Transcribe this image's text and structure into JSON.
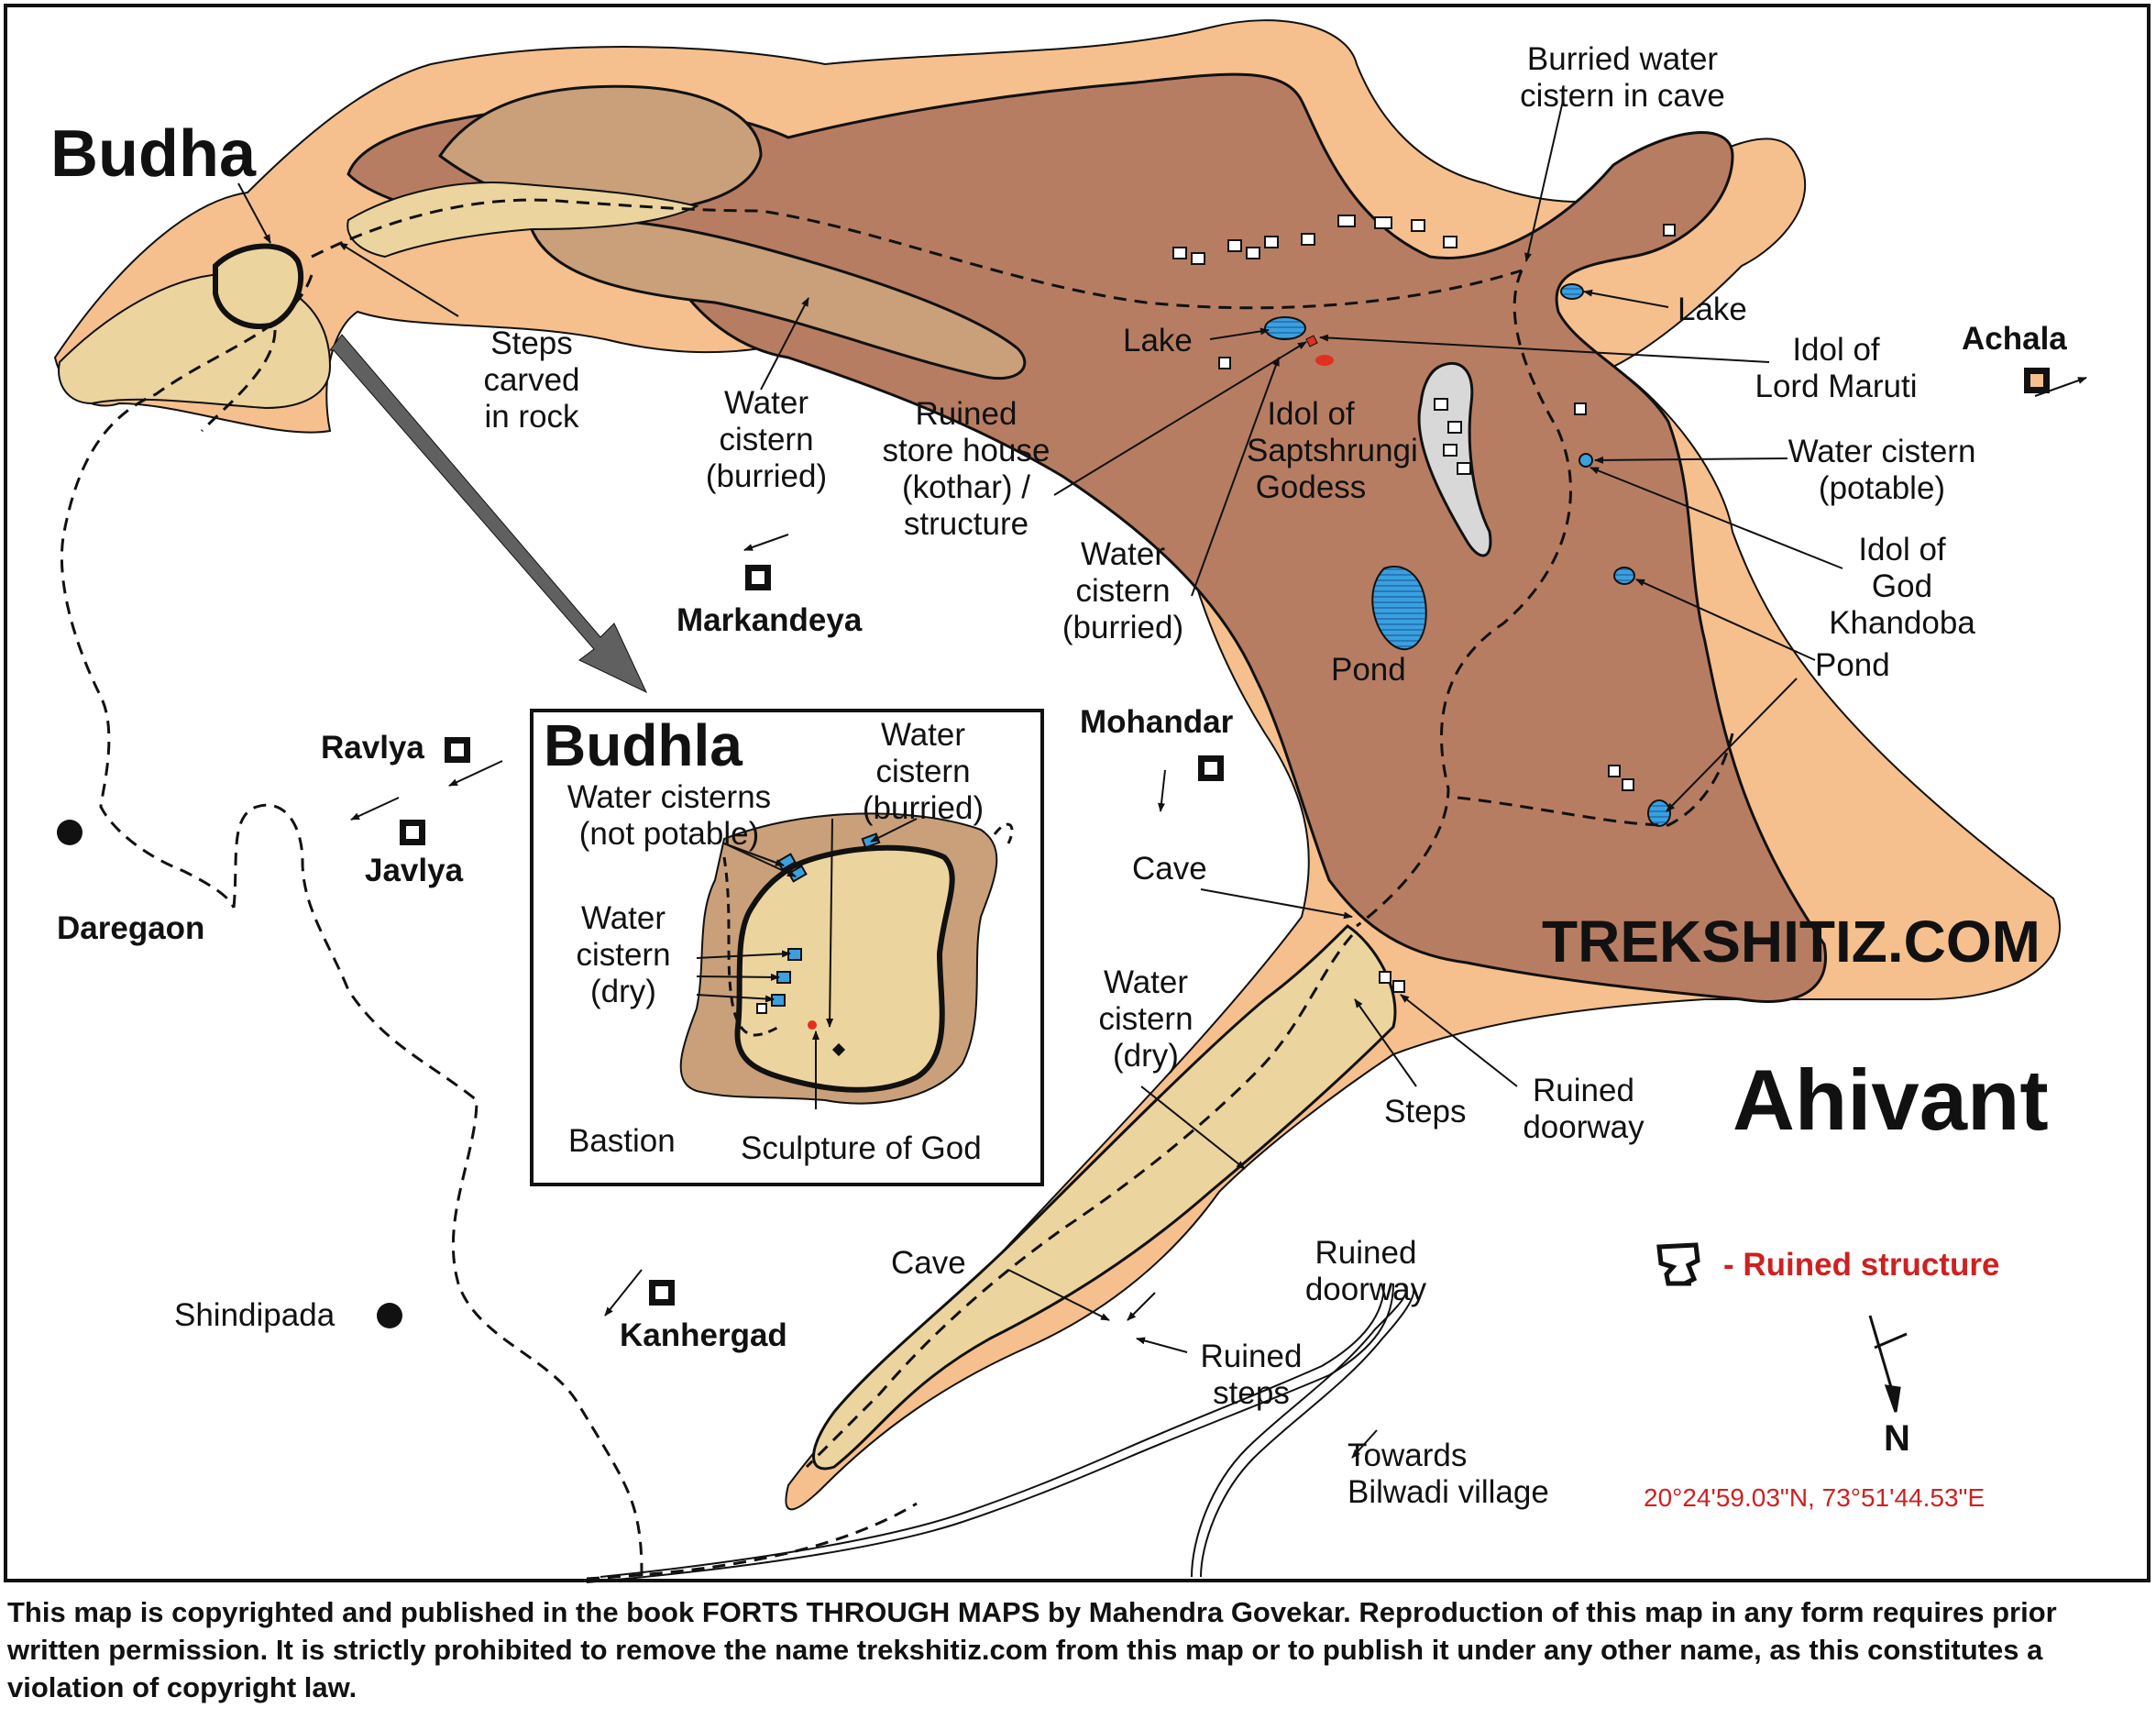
{
  "colors": {
    "outer_zone": "#f5c08e",
    "plateau": "#b77d63",
    "path_zone": "#ecd49e",
    "hill_tan": "#c9a07a",
    "water": "#3aa0df",
    "idol_red": "#e03020",
    "legend_red": "#d02020",
    "arrow_grey": "#606060",
    "outline": "#111111"
  },
  "icons": {
    "fort": "fort-icon",
    "village": "village-dot-icon",
    "ruined_structure": "ruined-structure-icon",
    "north": "north-arrow-icon"
  },
  "forts": {
    "budha": "Budha",
    "ahivant": "Ahivant",
    "achala": "Achala",
    "markandeya": "Markandeya",
    "mohandar": "Mohandar",
    "ravlya": "Ravlya",
    "javlya": "Javlya",
    "kanhergad": "Kanhergad"
  },
  "villages": {
    "daregaon": "Daregaon",
    "shindipada": "Shindipada"
  },
  "labels": {
    "burried_cistern_cave": "Burried water\ncistern in cave",
    "lake_east": "Lake",
    "lake_west": "Lake",
    "idol_maruti": "Idol of\nLord Maruti",
    "water_cistern_potable": "Water cistern\n(potable)",
    "idol_khandoba": "Idol of\nGod\nKhandoba",
    "pond_right": "Pond",
    "pond_center": "Pond",
    "idol_saptshrungi": "Idol of\nSaptshrungi\nGodess",
    "ruined_store": "Ruined\nstore house\n(kothar) /\nstructure",
    "water_cistern_burried_top": "Water\ncistern\n(burried)",
    "water_cistern_burried_mid": "Water\ncistern\n(burried)",
    "steps_carved": "Steps\ncarved\nin rock",
    "cave_mid": "Cave",
    "water_cistern_dry": "Water\ncistern\n(dry)",
    "steps": "Steps",
    "ruined_doorway_mid": "Ruined\ndoorway",
    "cave_low": "Cave",
    "ruined_doorway_low": "Ruined\ndoorway",
    "ruined_steps": "Ruined\nsteps",
    "towards_bilwadi": "Towards\nBilwadi village",
    "watermark": "TREKSHITIZ.COM"
  },
  "inset": {
    "title": "Budhla",
    "water_cisterns_not_potable": "Water cisterns\n(not potable)",
    "water_cistern_burried": "Water\ncistern\n(burried)",
    "water_cistern_dry": "Water\ncistern\n(dry)",
    "bastion": "Bastion",
    "sculpture": "Sculpture of God"
  },
  "legend": {
    "ruined_structure": "- Ruined structure",
    "north": "N",
    "coordinates": "20°24'59.03\"N, 73°51'44.53\"E"
  },
  "copyright": "This map is copyrighted and published in the book FORTS THROUGH MAPS by Mahendra Govekar. Reproduction of this map in any form requires prior written permission. It is strictly prohibited to remove the name trekshitiz.com from this map or to publish it under any other name, as this constitutes a violation of copyright law."
}
